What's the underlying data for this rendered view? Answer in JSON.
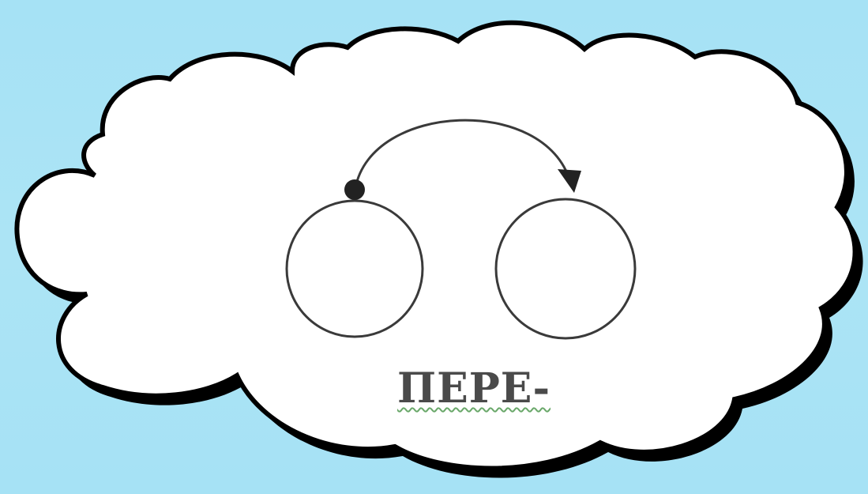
{
  "diagram": {
    "prefix_label": "ПЕРЕ-",
    "icons": {
      "cloud": "cloud-shape",
      "left_circle": "circle",
      "right_circle": "circle",
      "arc": "curved-arrow",
      "start_dot": "dot"
    },
    "colors": {
      "sky": "#a7e2f4",
      "cloud_fill": "#ffffff",
      "cloud_outline": "#000000",
      "drawing_stroke": "#3a3a3a",
      "underline": "#6aa86a",
      "text": "#4a4a4a"
    }
  }
}
